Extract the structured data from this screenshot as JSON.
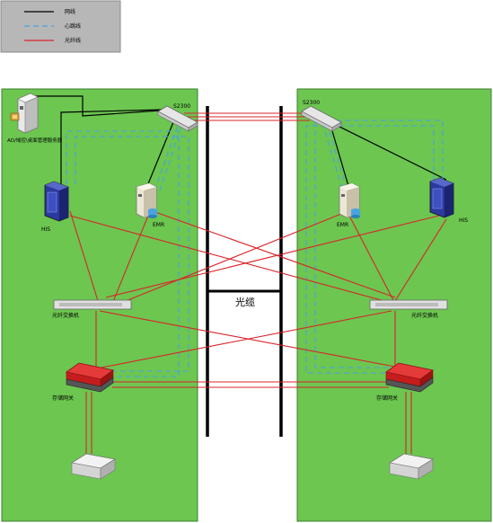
{
  "legend": {
    "items": [
      {
        "label": "网线",
        "kind": "network"
      },
      {
        "label": "心跳线",
        "kind": "heartbeat"
      },
      {
        "label": "光纤线",
        "kind": "fiber"
      }
    ]
  },
  "colors": {
    "site_bg": "#6cc650",
    "site_border": "#3b7f2b",
    "network": "#000000",
    "heartbeat": "#4aa3df",
    "fiber": "#d9242a",
    "legend_bg": "#b7b7b7"
  },
  "cable_label": "光缆",
  "left_site": {
    "ad_server": "AD/域控\\桌面管理服务器",
    "switch": "S2300",
    "his": "HIS",
    "emr": "EMR",
    "fc_switch": "光纤交换机",
    "gateway": "存储网关"
  },
  "right_site": {
    "switch": "S2300",
    "his": "HIS",
    "emr": "EMR",
    "fc_switch": "光纤交换机",
    "gateway": "存储网关"
  },
  "icons": {
    "ad_server": "server-tower-icon",
    "switch": "network-switch-icon",
    "his": "rack-server-icon",
    "emr": "database-server-icon",
    "fc_switch": "fiber-switch-icon",
    "gateway": "storage-gateway-icon",
    "storage": "disk-array-icon"
  }
}
